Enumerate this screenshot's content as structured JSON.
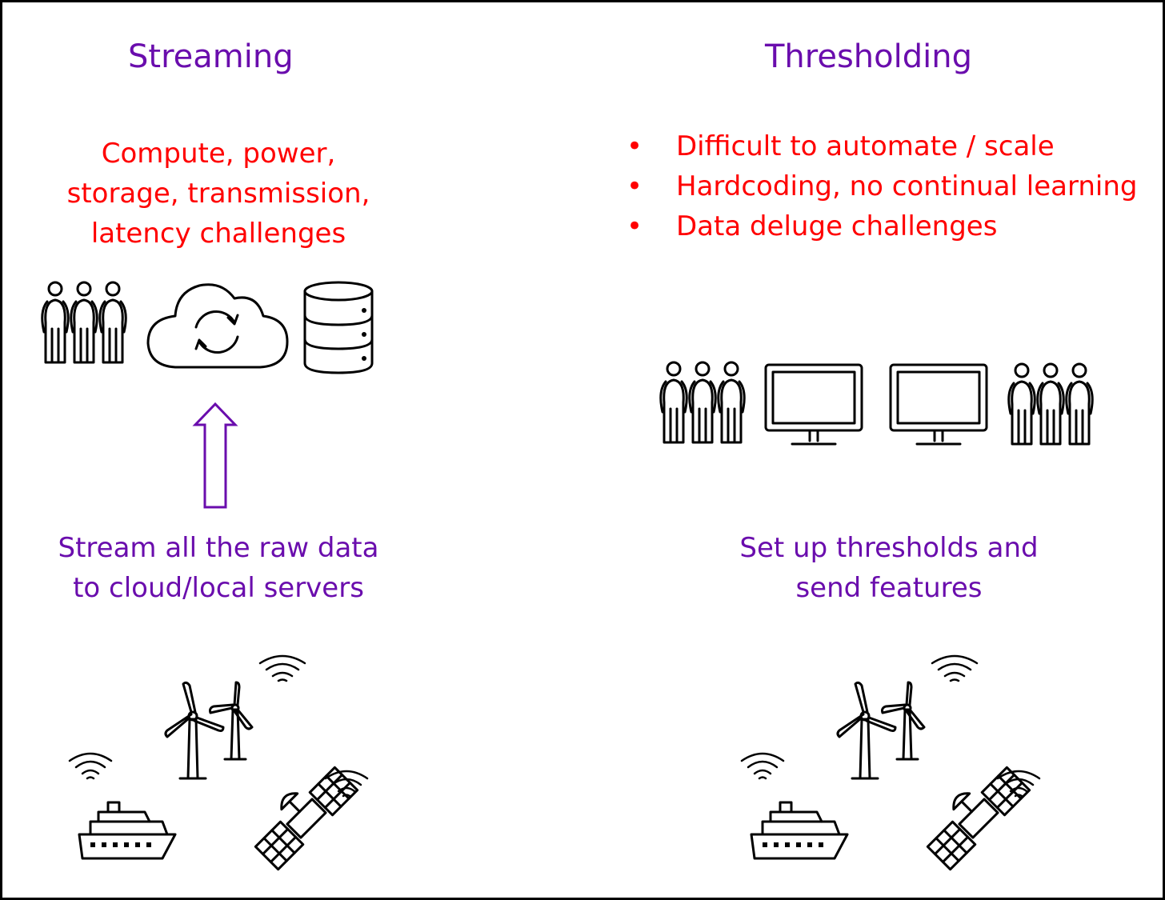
{
  "streaming": {
    "title": "Streaming",
    "challenges": [
      "Compute, power,",
      "storage, transmission,",
      "latency challenges"
    ],
    "description": [
      "Stream all the raw data",
      "to cloud/local servers"
    ],
    "icons": [
      "people-group-icon",
      "cloud-sync-icon",
      "database-icon",
      "upload-arrow-icon",
      "wind-turbines-icon",
      "ship-icon",
      "satellite-icon",
      "wifi-signal-icon"
    ]
  },
  "thresholding": {
    "title": "Thresholding",
    "bullet_marker": "•",
    "challenges": [
      "Difficult to automate / scale",
      "Hardcoding, no continual learning",
      "Data deluge challenges"
    ],
    "description": [
      "Set up thresholds and",
      "send features"
    ],
    "icons": [
      "people-group-icon",
      "monitor-icon",
      "monitor-icon",
      "people-group-icon",
      "wind-turbines-icon",
      "ship-icon",
      "satellite-icon",
      "wifi-signal-icon"
    ]
  },
  "colors": {
    "heading": "#6a0dad",
    "challenge": "#ff0000",
    "icon": "#000000",
    "arrow": "#6a0dad"
  }
}
